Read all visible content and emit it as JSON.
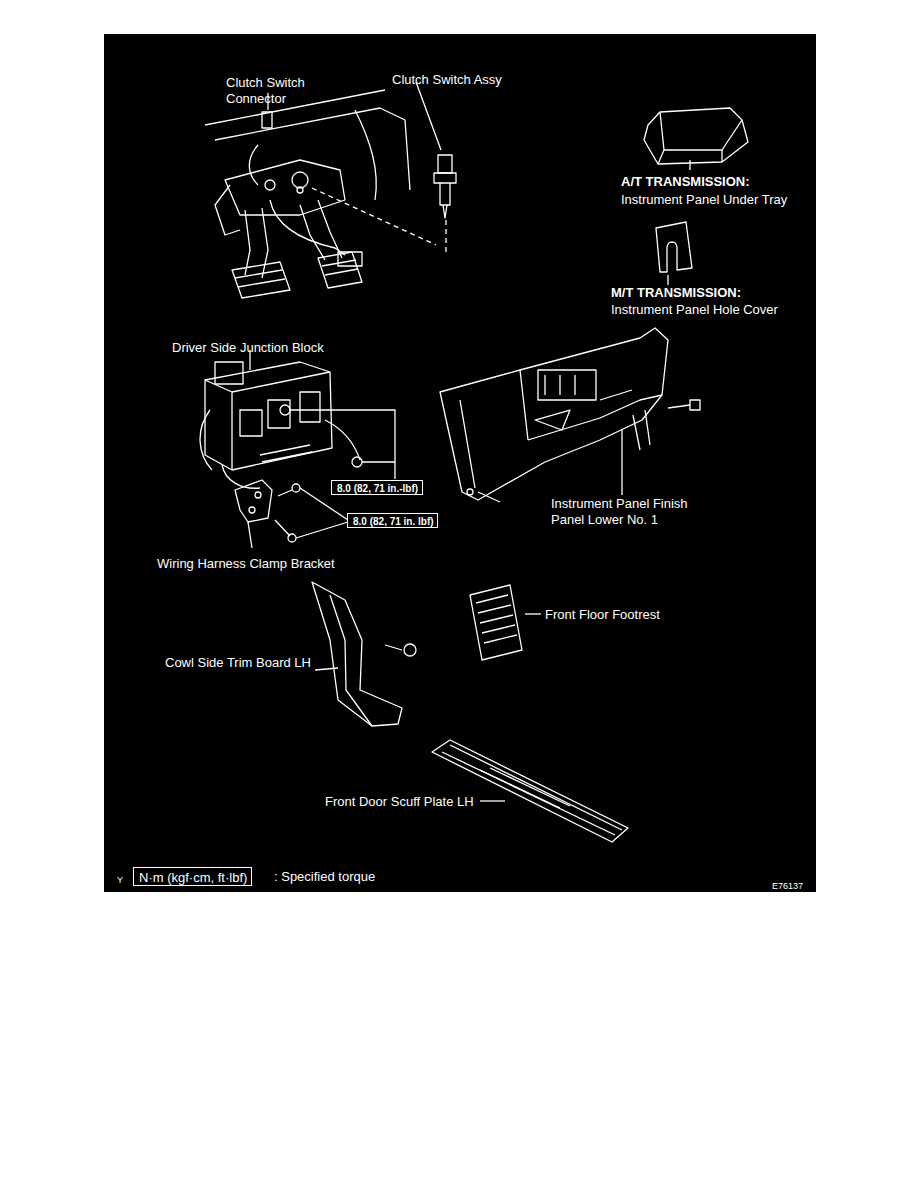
{
  "diagram": {
    "nodes": [
      {
        "text": [
          "8.0 (82, 71 in.-lbf)"
        ]
      },
      {
        "text": [
          "8.0 (82, 71 in. lbf)"
        ]
      },
      {
        "text": [
          "N·m (kgf·cm, ft·lbf)"
        ]
      }
    ],
    "labels": [
      "Clutch Switch Connector",
      "Clutch Switch Assy",
      "A/T TRANSMISSION:",
      "Instrument Panel Under Tray",
      "M/T TRANSMISSION:",
      "Instrument Panel Hole Cover",
      "Driver Side Junction Block",
      "Instrument Panel Finish Panel Lower No. 1",
      "Wiring Harness Clamp Bracket",
      "Front Floor Footrest",
      "Cowl Side Trim Board LH",
      "Front Door Scuff Plate LH",
      "Y",
      ": Specified torque",
      "E76137"
    ]
  }
}
